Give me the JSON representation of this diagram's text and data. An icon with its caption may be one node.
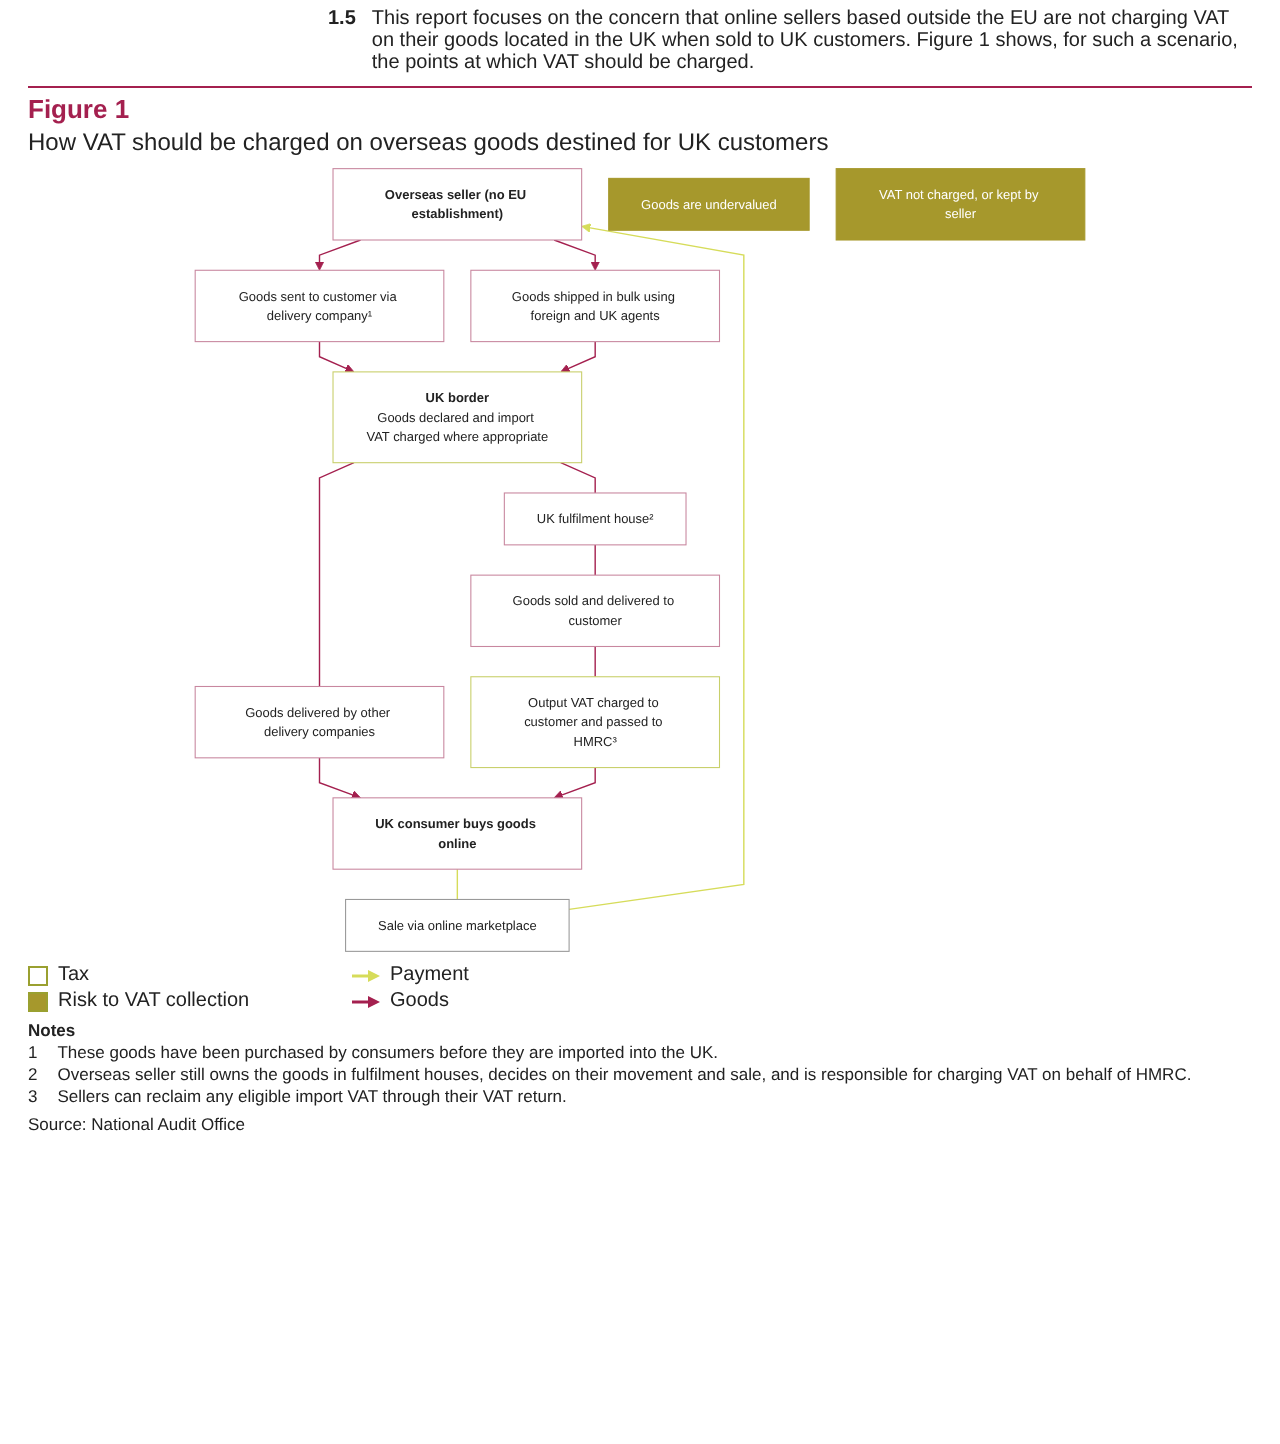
{
  "diagram": {
    "title": "How VAT should be charged on overseas goods destined for UK customers",
    "nodes": [
      {
        "text": [
          "Overseas seller (no EU establishment)"
        ]
      },
      {
        "text": [
          "Goods sent to customer via delivery company¹"
        ]
      },
      {
        "text": [
          "Goods shipped in bulk using foreign and UK agents"
        ]
      },
      {
        "text": [
          "UK border",
          "Goods declared and import VAT charged where appropriate"
        ]
      },
      {
        "text": [
          "Goods are undervalued"
        ]
      },
      {
        "text": [
          "Goods delivered by other delivery companies"
        ]
      },
      {
        "text": [
          "UK fulfilment house²"
        ]
      },
      {
        "text": [
          "Goods sold and delivered to customer"
        ]
      },
      {
        "text": [
          "Output VAT charged to customer and passed to HMRC³"
        ]
      },
      {
        "text": [
          "VAT not charged, or kept by seller"
        ]
      },
      {
        "text": [
          "Sale via online marketplace"
        ]
      },
      {
        "text": [
          "UK consumer buys goods online"
        ]
      }
    ],
    "edges": [
      {
        "from": 0,
        "to": 1,
        "arrow": "to"
      },
      {
        "from": 0,
        "to": 2,
        "arrow": "to"
      },
      {
        "from": 1,
        "to": 3,
        "arrow": "to"
      },
      {
        "from": 2,
        "to": 3,
        "arrow": "to"
      },
      {
        "from": 3,
        "to": 5,
        "arrow": "none"
      },
      {
        "from": 3,
        "to": 6,
        "arrow": "none"
      },
      {
        "from": 6,
        "to": 7,
        "arrow": "none"
      },
      {
        "from": 7,
        "to": 8,
        "arrow": "none"
      },
      {
        "from": 5,
        "to": 11,
        "arrow": "to"
      },
      {
        "from": 8,
        "to": 11,
        "arrow": "to"
      },
      {
        "from": 11,
        "to": 10,
        "arrow": "none",
        "color": "#d6dc5a"
      },
      {
        "from": 10,
        "to": 0,
        "arrow": "to",
        "color": "#d6dc5a"
      }
    ],
    "labels": [
      "1.5",
      "This report focuses on the concern that online sellers based outside the EU are not charging VAT on their goods located in the UK when sold to UK customers. Figure 1 shows, for such a scenario, the points at which VAT should be charged.",
      "Figure 1",
      "Notes",
      "1",
      "These goods have been purchased by consumers before they are imported into the UK.",
      "2",
      "Overseas seller still owns the goods in fulfilment houses, decides on their movement and sale, and is responsible for charging VAT on behalf of HMRC.",
      "3",
      "Sellers can reclaim any eligible import VAT through their VAT return.",
      "Source: National Audit Office"
    ],
    "legend": [
      {
        "text": "Tax",
        "color": "#ffffff"
      },
      {
        "text": "Payment"
      },
      {
        "text": "Risk to VAT collection",
        "color": "#a6982c"
      },
      {
        "text": "Goods"
      }
    ]
  }
}
